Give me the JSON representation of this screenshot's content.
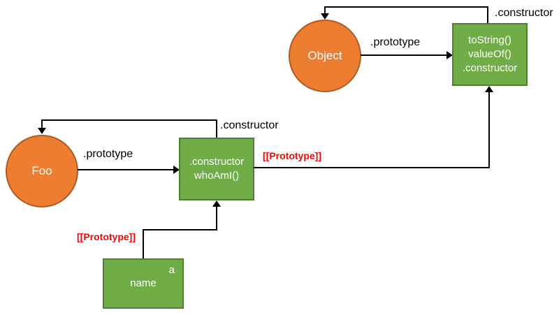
{
  "diagram": {
    "background": "#FFFFFF",
    "colors": {
      "circle_fill": "#ED7D31",
      "circle_border": "#AE5A21",
      "box_fill": "#70AD47",
      "box_border": "#507E32",
      "line": "#000000",
      "label_text": "#000000",
      "node_text": "#FFFFFF",
      "prototype_label": "#FF0000"
    },
    "nodes": {
      "object_circle": {
        "label": "Object"
      },
      "object_prototype_box": {
        "lines": [
          "toString()",
          "valueOf()",
          ".constructor"
        ]
      },
      "foo_circle": {
        "label": "Foo"
      },
      "foo_prototype_box": {
        "lines": [
          ".constructor",
          "whoAmI()"
        ]
      },
      "instance_box": {
        "corner_label": "a",
        "label": "name"
      }
    },
    "edges": {
      "object_constructor_loop": {
        "label": ".constructor"
      },
      "object_prototype": {
        "label": ".prototype"
      },
      "foo_constructor_loop": {
        "label": ".constructor"
      },
      "foo_prototype": {
        "label": ".prototype"
      },
      "foo_box_prototype_chain": {
        "label": "[[Prototype]]"
      },
      "instance_prototype_chain": {
        "label": "[[Prototype]]"
      }
    }
  }
}
